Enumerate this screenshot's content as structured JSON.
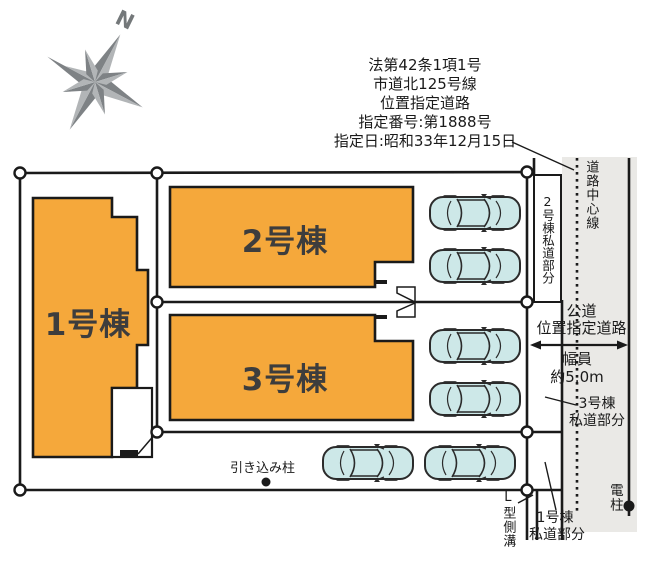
{
  "colors": {
    "building_fill": "#F5A83B",
    "outline": "#1A1A1A",
    "road_bg": "#EAE9E6",
    "car_fill": "#CDE8E8",
    "compass_dark": "#7E8285",
    "compass_light": "#B2B5B7",
    "building_label_text": "#3D3D3D"
  },
  "compass": {
    "north_label": "N"
  },
  "designation_note": {
    "lines": [
      "法第42条1項1号",
      "市道北125号線",
      "位置指定道路",
      "指定番号:第1888号",
      "指定日:昭和33年12月15日"
    ]
  },
  "buildings": {
    "b1": "1号棟",
    "b2": "2号棟",
    "b3": "3号棟"
  },
  "labels": {
    "road_center_line": "道路中心線",
    "lot2_private_road": "2号棟私道部分",
    "public_road_1": "公道",
    "public_road_2": "位置指定道路",
    "road_width_1": "幅員",
    "road_width_2": "約5.0m",
    "lot3_private_1": "3号棟",
    "lot3_private_2": "私道部分",
    "lot1_private_1": "1号棟",
    "lot1_private_2": "私道部分",
    "gutter": "L型側溝",
    "service_pole": "引き込み柱",
    "utility_pole": "電柱"
  },
  "cars": {
    "count": 6
  }
}
